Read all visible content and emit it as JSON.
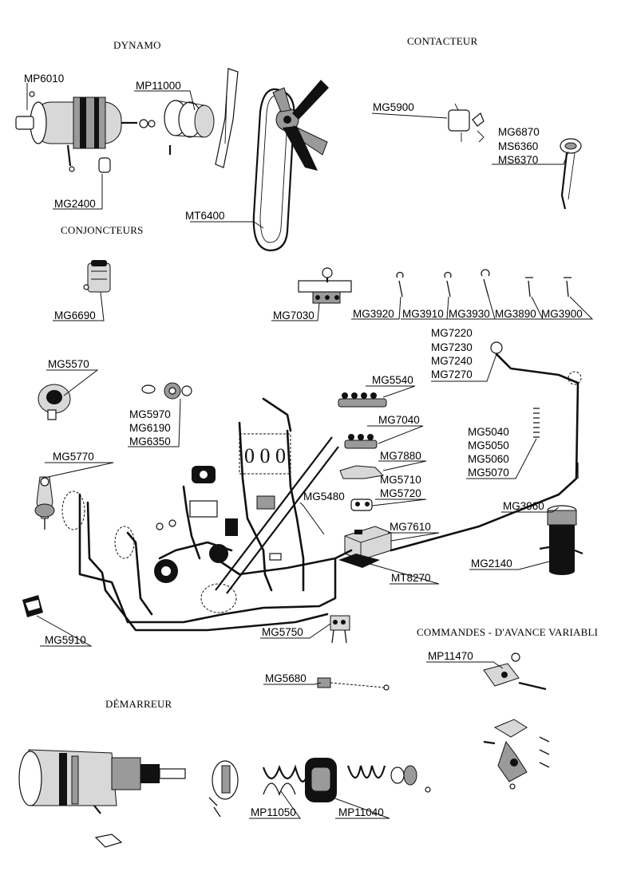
{
  "sections": {
    "dynamo": "DYNAMO",
    "contacteur": "CONTACTEUR",
    "conjoncteurs": "CONJONCTEURS",
    "commandes": "COMMANDES - D'AVANCE VARIABLI",
    "demarreur": "DÉMARREUR"
  },
  "labels": {
    "MP6010": "MP6010",
    "MP11000": "MP11000",
    "MG2400": "MG2400",
    "MT6400": "MT6400",
    "MG5900": "MG5900",
    "MG6870": "MG6870",
    "MS6360": "MS6360",
    "MS6370": "MS6370",
    "MG6690": "MG6690",
    "MG7030": "MG7030",
    "MG3920": "MG3920",
    "MG3910": "MG3910",
    "MG3930": "MG3930",
    "MG3890": "MG3890",
    "MG3900": "MG3900",
    "MG7220": "MG7220",
    "MG7230": "MG7230",
    "MG7240": "MG7240",
    "MG7270": "MG7270",
    "MG5570": "MG5570",
    "MG5540": "MG5540",
    "MG5970": "MG5970",
    "MG6190": "MG6190",
    "MG6350": "MG6350",
    "MG7040": "MG7040",
    "MG5040": "MG5040",
    "MG5050": "MG5050",
    "MG5060": "MG5060",
    "MG5070": "MG5070",
    "MG5770": "MG5770",
    "MG7880": "MG7880",
    "MG5710": "MG5710",
    "MG5720": "MG5720",
    "MG5480": "MG5480",
    "MG3960": "MG3960",
    "MG7610": "MG7610",
    "MG2140": "MG2140",
    "MT8270": "MT8270",
    "MG5910": "MG5910",
    "MG5750": "MG5750",
    "MP11470": "MP11470",
    "MG5680": "MG5680",
    "MP11050": "MP11050",
    "MP11040": "MP11040"
  }
}
